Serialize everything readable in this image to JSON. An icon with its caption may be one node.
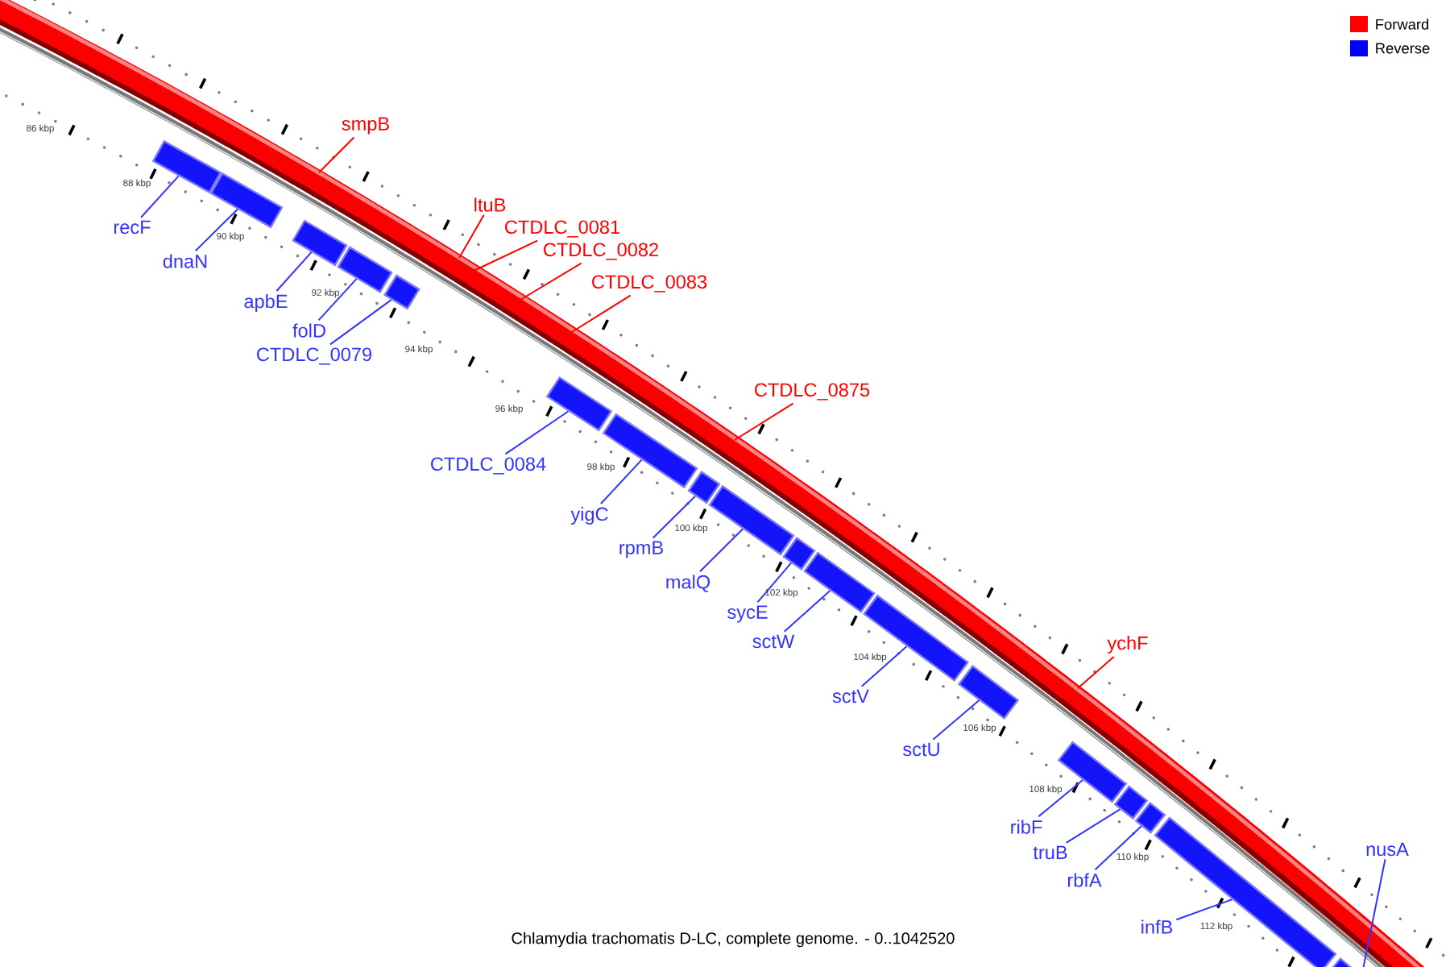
{
  "diagram": {
    "caption": "Chlamydia trachomatis D-LC, complete genome. - 0..1042520",
    "nodes": [
      {
        "text": [
          "smpB"
        ]
      },
      {
        "text": [
          "ltuB"
        ]
      },
      {
        "text": [
          "CTDLC_0081"
        ]
      },
      {
        "text": [
          "CTDLC_0082"
        ]
      },
      {
        "text": [
          "CTDLC_0083"
        ]
      },
      {
        "text": [
          "CTDLC_0875"
        ]
      },
      {
        "text": [
          "ychF"
        ]
      },
      {
        "text": [
          "recF"
        ]
      },
      {
        "text": [
          "dnaN"
        ]
      },
      {
        "text": [
          "apbE"
        ]
      },
      {
        "text": [
          "folD"
        ]
      },
      {
        "text": [
          "CTDLC_0079"
        ]
      },
      {
        "text": [
          "CTDLC_0084"
        ]
      },
      {
        "text": [
          "yigC"
        ]
      },
      {
        "text": [
          "rpmB"
        ]
      },
      {
        "text": [
          "malQ"
        ]
      },
      {
        "text": [
          "sycE"
        ]
      },
      {
        "text": [
          "sctW"
        ]
      },
      {
        "text": [
          "sctV"
        ]
      },
      {
        "text": [
          "sctU"
        ]
      },
      {
        "text": [
          "ribF"
        ]
      },
      {
        "text": [
          "truB"
        ]
      },
      {
        "text": [
          "rbfA"
        ]
      },
      {
        "text": [
          "infB"
        ]
      },
      {
        "text": [
          "nusA"
        ]
      },
      {
        "text": [],
        "shape": "bar"
      },
      {
        "text": [],
        "shape": "bar"
      },
      {
        "text": [],
        "shape": "bar"
      },
      {
        "text": [],
        "shape": "bar"
      },
      {
        "text": [],
        "shape": "bar"
      },
      {
        "text": [],
        "shape": "bar"
      },
      {
        "text": [],
        "shape": "bar"
      },
      {
        "text": [],
        "shape": "bar"
      },
      {
        "text": [],
        "shape": "bar"
      },
      {
        "text": [],
        "shape": "bar"
      },
      {
        "text": [],
        "shape": "bar"
      },
      {
        "text": [],
        "shape": "bar"
      },
      {
        "text": [],
        "shape": "bar"
      },
      {
        "text": [],
        "shape": "bar"
      },
      {
        "text": [],
        "shape": "bar"
      },
      {
        "text": [],
        "shape": "bar"
      },
      {
        "text": [],
        "shape": "bar"
      },
      {
        "text": [],
        "shape": "bar"
      }
    ],
    "edges": [
      {
        "from": 0,
        "to": null,
        "arrow": "none",
        "color": "#ff0000"
      },
      {
        "from": 1,
        "to": null,
        "arrow": "none",
        "color": "#ff0000"
      },
      {
        "from": 2,
        "to": null,
        "arrow": "none",
        "color": "#ff0000"
      },
      {
        "from": 3,
        "to": null,
        "arrow": "none",
        "color": "#ff0000"
      },
      {
        "from": 4,
        "to": null,
        "arrow": "none",
        "color": "#ff0000"
      },
      {
        "from": 5,
        "to": null,
        "arrow": "none",
        "color": "#ff0000"
      },
      {
        "from": 6,
        "to": null,
        "arrow": "none",
        "color": "#ff0000"
      },
      {
        "from": 7,
        "to": 25,
        "arrow": "none"
      },
      {
        "from": 8,
        "to": 26,
        "arrow": "none"
      },
      {
        "from": 9,
        "to": 27,
        "arrow": "none"
      },
      {
        "from": 10,
        "to": 28,
        "arrow": "none"
      },
      {
        "from": 11,
        "to": 29,
        "arrow": "none"
      },
      {
        "from": 12,
        "to": 30,
        "arrow": "none"
      },
      {
        "from": 13,
        "to": 31,
        "arrow": "none"
      },
      {
        "from": 14,
        "to": 32,
        "arrow": "none"
      },
      {
        "from": 15,
        "to": 33,
        "arrow": "none"
      },
      {
        "from": 16,
        "to": 34,
        "arrow": "none"
      },
      {
        "from": 17,
        "to": 35,
        "arrow": "none"
      },
      {
        "from": 18,
        "to": 36,
        "arrow": "none"
      },
      {
        "from": 19,
        "to": 37,
        "arrow": "none"
      },
      {
        "from": 20,
        "to": 38,
        "arrow": "none"
      },
      {
        "from": 21,
        "to": 39,
        "arrow": "none"
      },
      {
        "from": 22,
        "to": 40,
        "arrow": "none"
      },
      {
        "from": 23,
        "to": 41,
        "arrow": "none"
      },
      {
        "from": 24,
        "to": 42,
        "arrow": "none"
      }
    ],
    "labels": [
      "86 kbp",
      "88 kbp",
      "90 kbp",
      "92 kbp",
      "94 kbp",
      "96 kbp",
      "98 kbp",
      "100 kbp",
      "102 kbp",
      "104 kbp",
      "106 kbp",
      "108 kbp",
      "110 kbp",
      "112 kbp"
    ],
    "legend": [
      {
        "text": "Forward",
        "color": "#ff0000"
      },
      {
        "text": "Reverse",
        "color": "#0000ff"
      }
    ]
  }
}
